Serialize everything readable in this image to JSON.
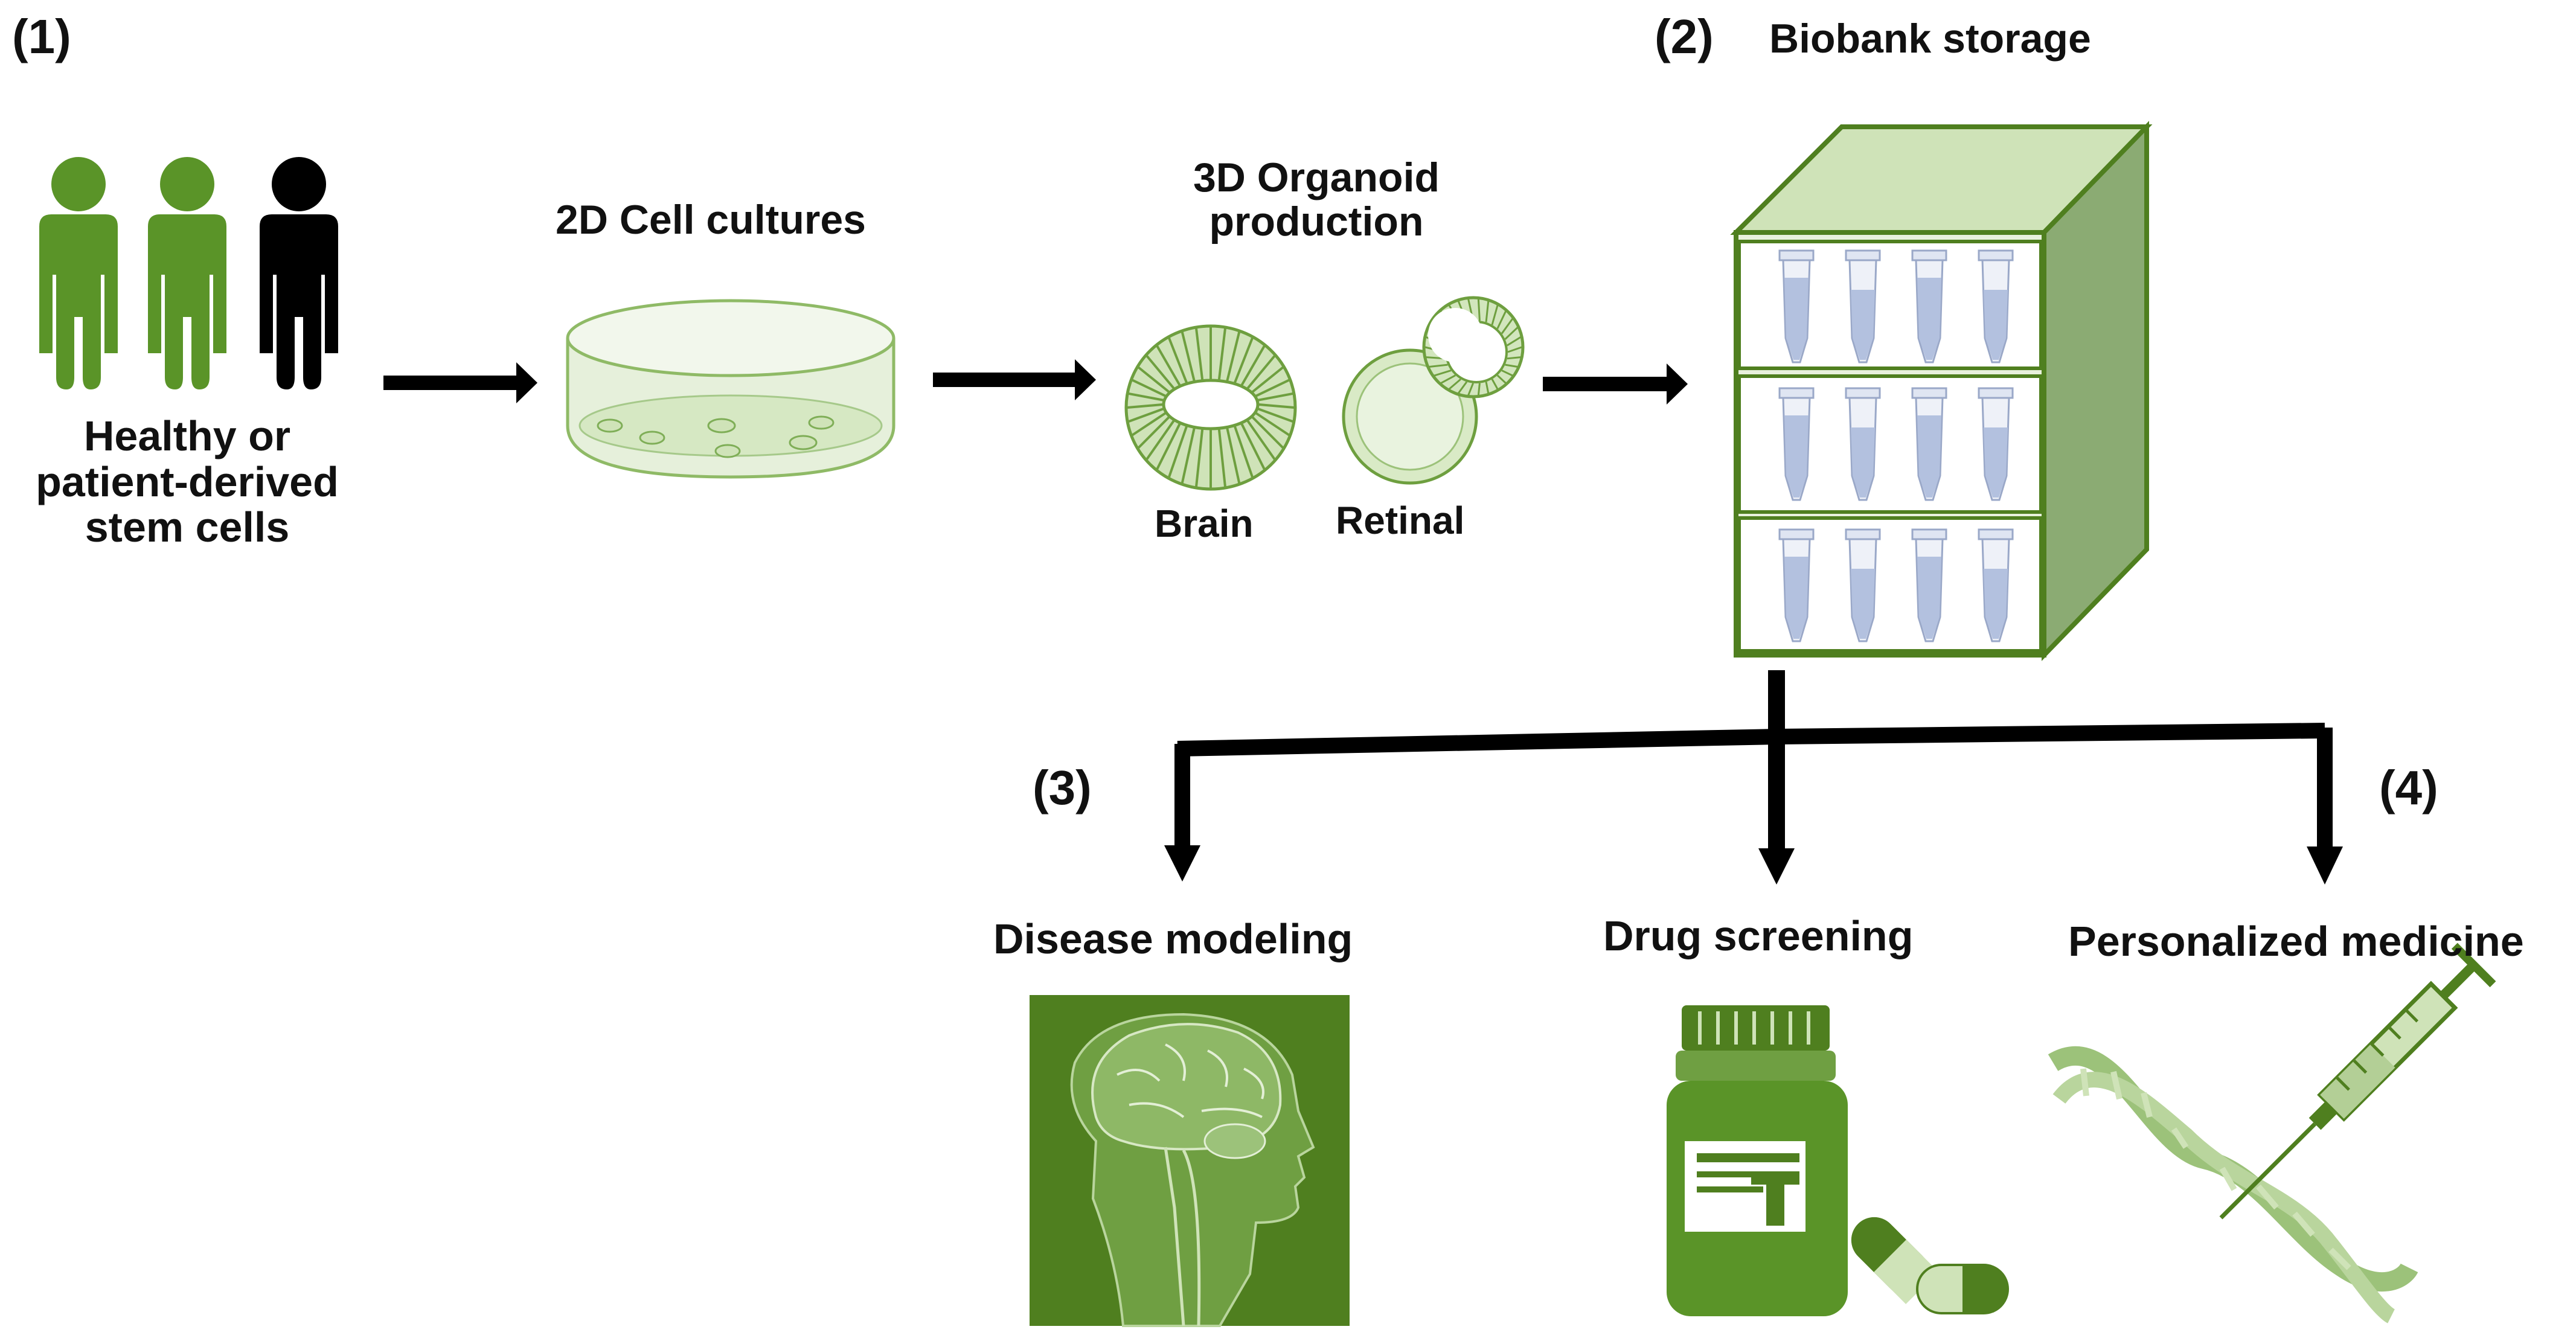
{
  "steps": {
    "s1": "(1)",
    "s2": "(2)",
    "s3": "(3)",
    "s4": "(4)"
  },
  "labels": {
    "biobank_storage": "Biobank storage",
    "stem_cells": [
      "Healthy or",
      "patient-derived",
      "stem cells"
    ],
    "cell_cultures": "2D Cell cultures",
    "organoid_production": [
      "3D Organoid",
      "production"
    ],
    "brain": "Brain",
    "retinal": "Retinal",
    "disease_modeling": "Disease modeling",
    "drug_screening": "Drug screening",
    "personalized_medicine": "Personalized medicine"
  },
  "colors": {
    "green_dark": "#4f7f1f",
    "green_mid": "#5a9428",
    "green_light": "#cfe3b8",
    "green_pale": "#e3efd6",
    "tube_blue": "#b3c1df",
    "arrow": "#000000"
  }
}
